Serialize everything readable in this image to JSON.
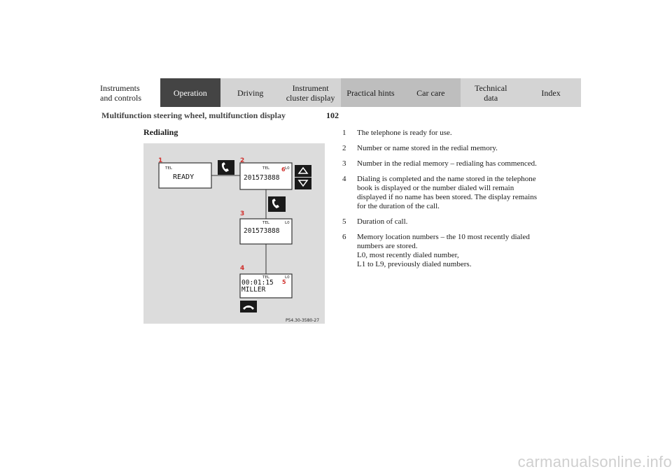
{
  "nav": {
    "tabs": [
      {
        "label": "Instruments\nand controls"
      },
      {
        "label": "Operation"
      },
      {
        "label": "Driving"
      },
      {
        "label": "Instrument\ncluster display"
      },
      {
        "label": "Practical hints"
      },
      {
        "label": "Car care"
      },
      {
        "label": "Technical\ndata"
      },
      {
        "label": "Index"
      }
    ]
  },
  "header": {
    "section_title": "Multifunction steering wheel, multifunction display",
    "page_number": "102"
  },
  "subheading": "Redialing",
  "figure": {
    "callouts": [
      "1",
      "2",
      "3",
      "4",
      "5",
      "6"
    ],
    "display_label": "TEL",
    "memory_label": "L0",
    "display_1": "READY",
    "display_2": "201573888",
    "display_3": "201573888",
    "display_4_time": "00:01:15",
    "display_4_name": "MILLER",
    "figure_code": "P54.30-3580-27",
    "accent_color": "#d0312d"
  },
  "items": [
    {
      "num": "1",
      "text": "The telephone is ready for use."
    },
    {
      "num": "2",
      "text": "Number or name stored in the redial memory."
    },
    {
      "num": "3",
      "text": "Number in the redial memory – redialing has commenced."
    },
    {
      "num": "4",
      "text": "Dialing is completed and the name stored in the telephone book is displayed or the number dialed will remain displayed if no name has been stored. The display remains for the duration of the call."
    },
    {
      "num": "5",
      "text": "Duration of call."
    },
    {
      "num": "6",
      "text": "Memory location numbers – the 10 most recently dialed numbers are stored."
    },
    {
      "num": "",
      "text": "L0, most recently dialed number,"
    },
    {
      "num": "",
      "text": "L1 to L9, previously dialed numbers."
    }
  ],
  "watermark": "carmanualsonline.info"
}
